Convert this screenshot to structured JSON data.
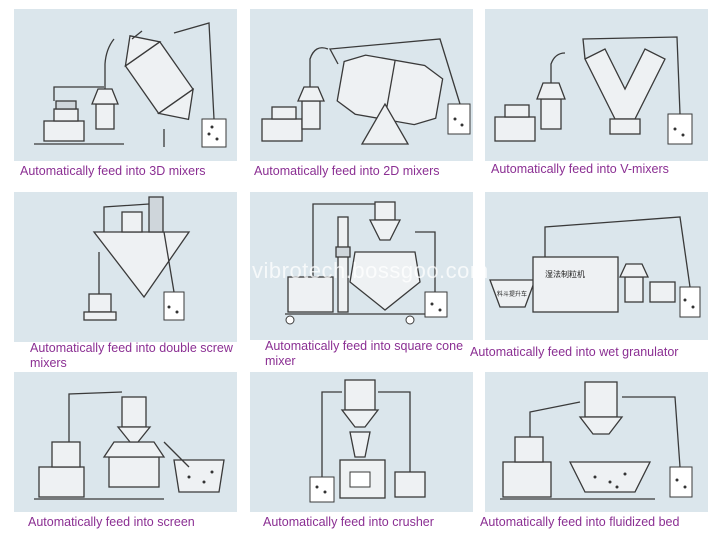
{
  "watermark": "vibrotech.bossgoo.com",
  "panels": [
    {
      "caption": "Automatically feed into 3D mixers",
      "icon": "3d-mixer-diagram"
    },
    {
      "caption": "Automatically feed into 2D mixers",
      "icon": "2d-mixer-diagram"
    },
    {
      "caption": "Automatically feed into V-mixers",
      "icon": "v-mixer-diagram"
    },
    {
      "caption": "Automatically feed into double screw mixers",
      "icon": "double-screw-mixer-diagram"
    },
    {
      "caption": "Automatically feed into square cone mixer",
      "icon": "square-cone-mixer-diagram"
    },
    {
      "caption": "Automatically feed into wet granulator",
      "icon": "wet-granulator-diagram",
      "machine_label": "湿法制粒机",
      "cart_label": "料斗提升车"
    },
    {
      "caption": "Automatically feed into screen",
      "icon": "screen-diagram"
    },
    {
      "caption": "Automatically feed into crusher",
      "icon": "crusher-diagram"
    },
    {
      "caption": "Automatically feed into fluidized bed",
      "icon": "fluidized-bed-diagram"
    }
  ]
}
